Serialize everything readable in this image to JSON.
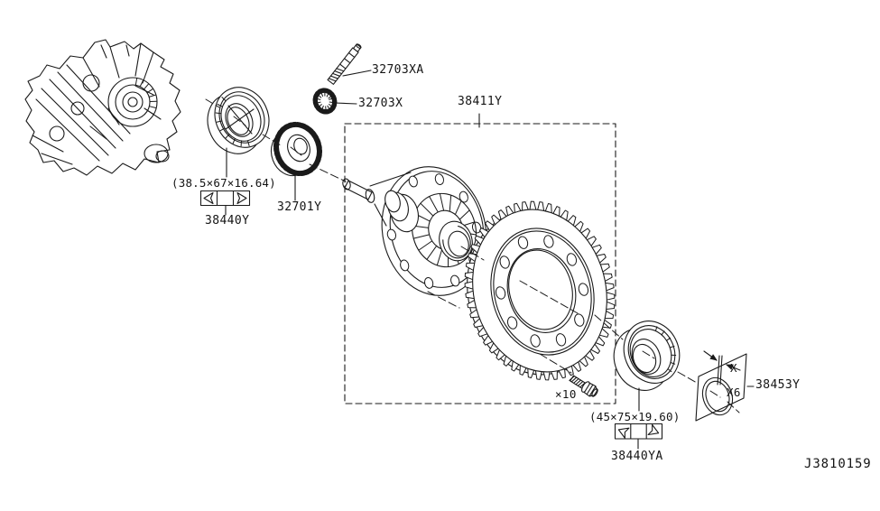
{
  "page": {
    "background": "#ffffff",
    "line_color": "#1a1a1a"
  },
  "diagram": {
    "type": "exploded-parts-diagram",
    "subject": "transaxle final drive / differential assembly",
    "code": "J3810159",
    "parts": [
      {
        "key": "32703XA",
        "label": "32703XA",
        "shape": "speedometer pinion shaft"
      },
      {
        "key": "32703X",
        "label": "32703X",
        "shape": "speedometer pinion gear"
      },
      {
        "key": "38411Y",
        "label": "38411Y",
        "shape": "differential assembly in dashed box"
      },
      {
        "key": "32701Y",
        "label": "32701Y",
        "shape": "pinion gear"
      },
      {
        "key": "38440Y",
        "label": "38440Y",
        "dimension": "(38.5×67×16.64)",
        "shape": "side bearing",
        "symbols": [
          "arrow-left-icon",
          "arrow-right-icon"
        ]
      },
      {
        "key": "38440YA",
        "label": "38440YA",
        "dimension": "(45×75×19.60)",
        "shape": "side bearing",
        "symbols": [
          "arrow-left-icon",
          "arrow-right-icon"
        ]
      },
      {
        "key": "38453Y",
        "label": "38453Y",
        "thickness": "X",
        "quantity": "X6",
        "shape": "adjust shim"
      },
      {
        "key": "RING_GEAR_BOLT",
        "quantity": "×10",
        "shape": "bolt"
      }
    ]
  }
}
